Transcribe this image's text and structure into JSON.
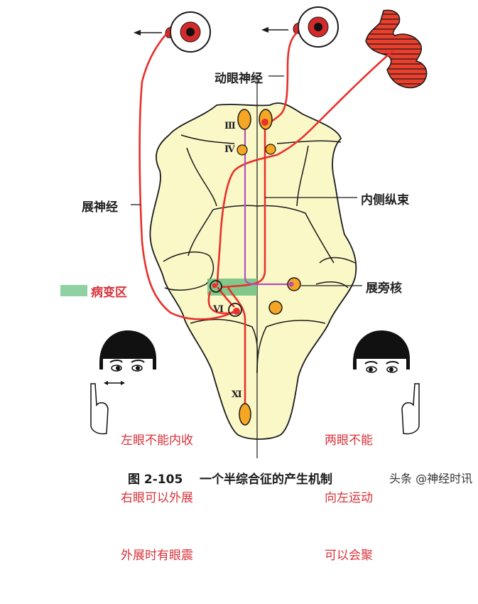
{
  "labels": {
    "oculomotor_nerve": "动眼神经",
    "abducens_nerve": "展神经",
    "mlf": "内侧纵束",
    "paraabducens_nucleus": "展旁核",
    "lesion_legend": "病变区"
  },
  "nuclei": {
    "iii": "Ⅲ",
    "iv": "Ⅳ",
    "vi": "Ⅵ",
    "xi": "Ⅺ"
  },
  "left_face": {
    "lines": [
      "左眼不能内收",
      "右眼可以外展",
      "外展时有眼震"
    ],
    "arrow": "↔"
  },
  "right_face": {
    "lines": [
      "两眼不能",
      "向左运动",
      "可以会聚"
    ]
  },
  "caption": "图 2-105    一个半综合征的产生机制",
  "watermark": "头条 @神经时讯",
  "colors": {
    "nerve_red": "#e8302c",
    "mlf_purple": "#b04fc0",
    "nucleus_orange": "#f5a623",
    "brainstem_fill": "#fbf8c8",
    "lesion_green": "#6cbf80",
    "text_red": "#d8323a"
  }
}
